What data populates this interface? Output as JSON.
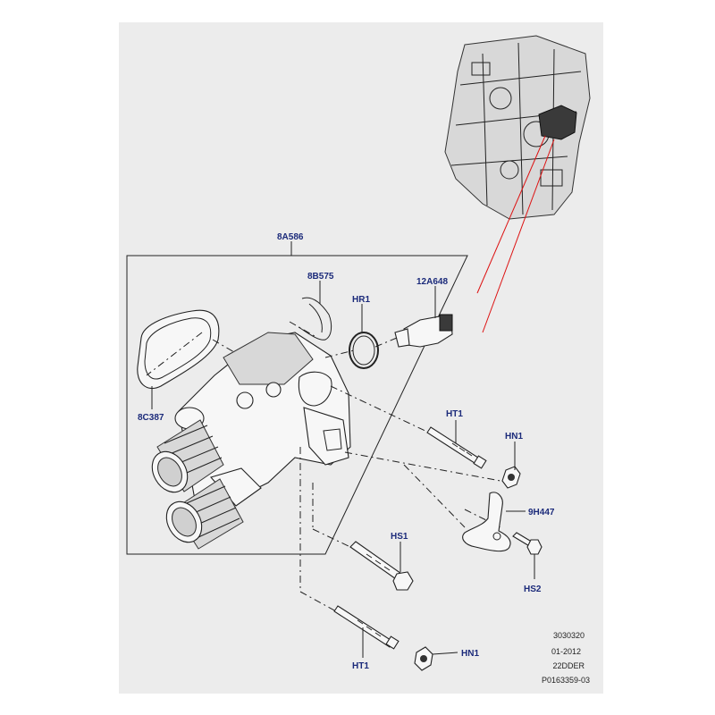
{
  "labels": {
    "assembly": "8A586",
    "clip": "8B575",
    "o_ring": "HR1",
    "sensor": "12A648",
    "gasket": "8C387",
    "bolt_top": "HT1",
    "nut_top": "HN1",
    "bracket": "9H447",
    "stud_mid": "HS1",
    "stud_bracket": "HS2",
    "bolt_bottom": "HT1",
    "nut_bottom": "HN1"
  },
  "meta": {
    "code": "3030320",
    "date": "01-2012",
    "engine": "22DDER",
    "ref": "P0163359-03"
  },
  "colors": {
    "label": "#1b2a7a",
    "sheet": "#ececec",
    "leader_red": "#dd1111"
  }
}
